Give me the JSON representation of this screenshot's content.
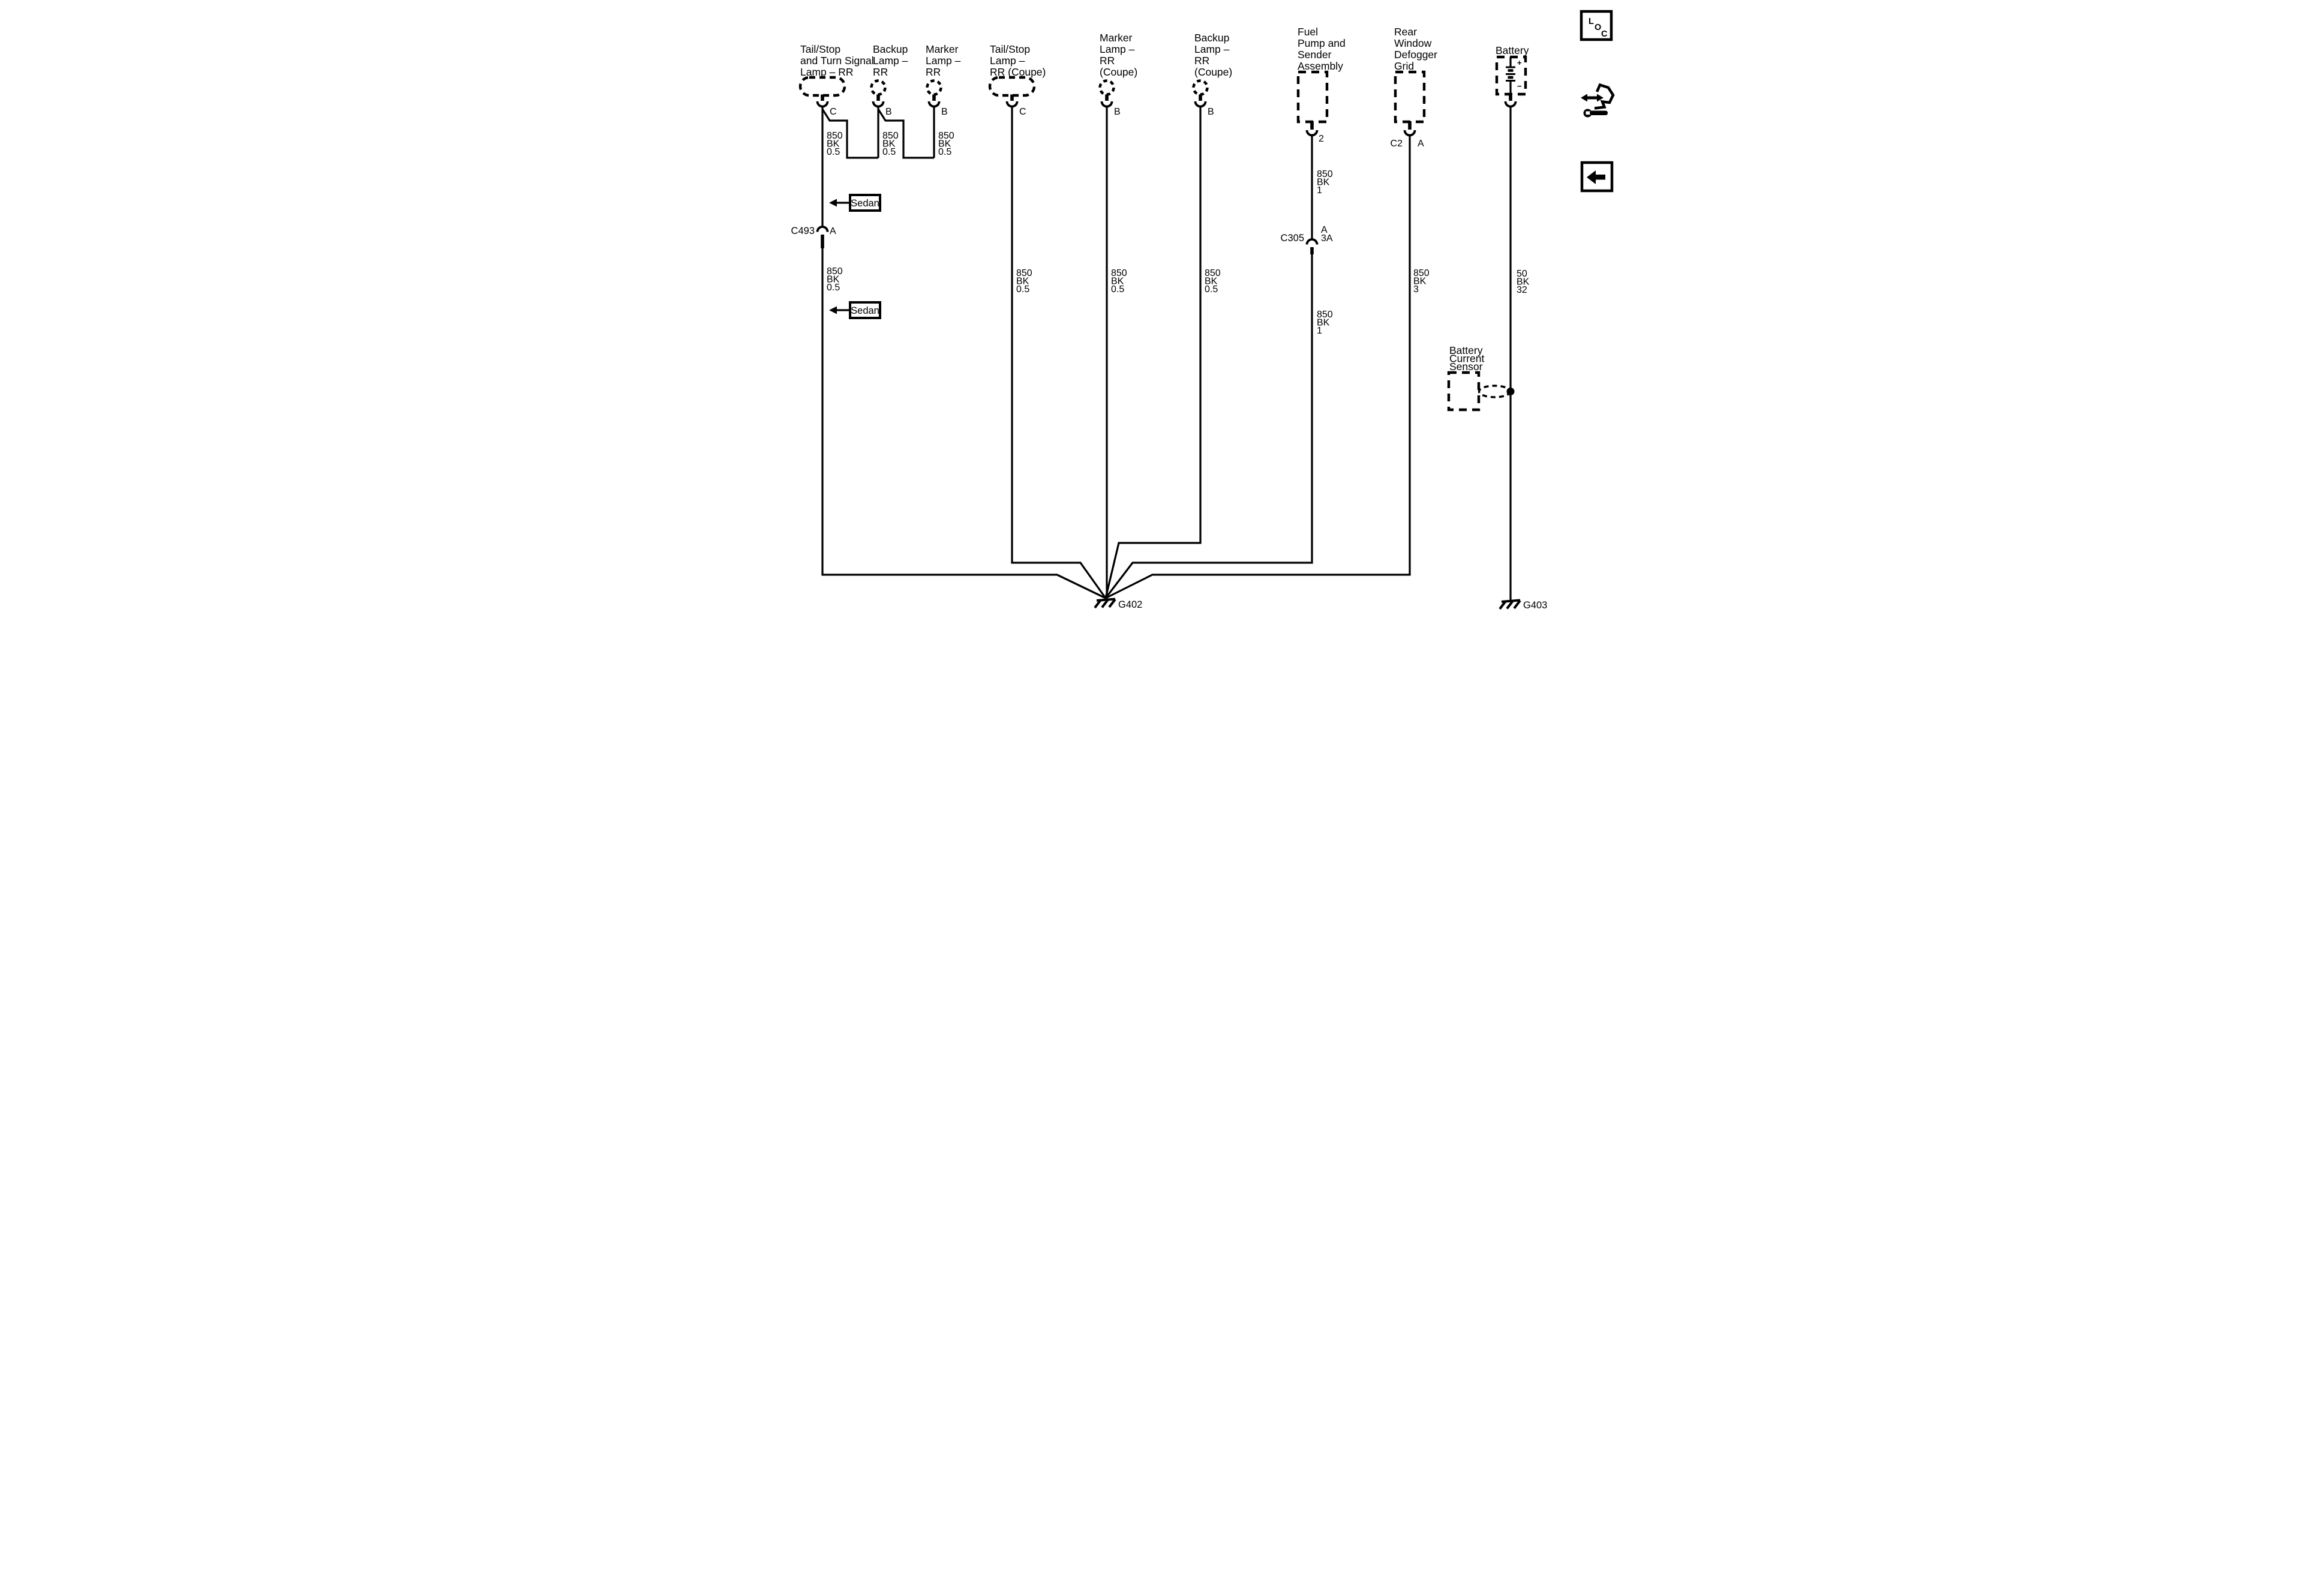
{
  "page": {
    "background": "#ffffff",
    "ink": "#000000"
  },
  "components": {
    "tail_stop_rr": {
      "lines": [
        "Tail/Stop",
        "and Turn Signal",
        "Lamp – RR"
      ],
      "pin": "C"
    },
    "backup_rr": {
      "lines": [
        "Backup",
        "Lamp –",
        "RR"
      ],
      "pin": "B"
    },
    "marker_rr": {
      "lines": [
        "Marker",
        "Lamp –",
        "RR"
      ],
      "pin": "B"
    },
    "tail_stop_coupe": {
      "lines": [
        "Tail/Stop",
        "Lamp –",
        "RR (Coupe)"
      ],
      "pin": "C"
    },
    "marker_coupe": {
      "lines": [
        "Marker",
        "Lamp –",
        "RR",
        "(Coupe)"
      ],
      "pin": "B"
    },
    "backup_coupe": {
      "lines": [
        "Backup",
        "Lamp –",
        "RR",
        "(Coupe)"
      ],
      "pin": "B"
    },
    "fuel_pump": {
      "lines": [
        "Fuel",
        "Pump and",
        "Sender",
        "Assembly"
      ],
      "pin": "2"
    },
    "defogger": {
      "lines": [
        "Rear",
        "Window",
        "Defogger",
        "Grid"
      ],
      "pin_left": "C2",
      "pin_right": "A"
    },
    "battery": {
      "label": "Battery",
      "plus": "+",
      "minus": "−"
    },
    "current_sensor": {
      "lines": [
        "Battery",
        "Current",
        "Sensor"
      ]
    }
  },
  "connectors": {
    "c493": {
      "name": "C493",
      "pin": "A"
    },
    "c305": {
      "name": "C305",
      "pin_top": "A",
      "pin_bottom": "3A"
    }
  },
  "callouts": {
    "sedan_upper": "Sedan",
    "sedan_lower": "Sedan"
  },
  "wires": {
    "tail_stop_rr": [
      "850",
      "BK",
      "0.5"
    ],
    "backup_rr": [
      "850",
      "BK",
      "0.5"
    ],
    "marker_rr": [
      "850",
      "BK",
      "0.5"
    ],
    "tail_stop_main": [
      "850",
      "BK",
      "0.5"
    ],
    "tail_stop_coupe": [
      "850",
      "BK",
      "0.5"
    ],
    "marker_coupe": [
      "850",
      "BK",
      "0.5"
    ],
    "backup_coupe": [
      "850",
      "BK",
      "0.5"
    ],
    "fuel_pump_upper": [
      "850",
      "BK",
      "1"
    ],
    "fuel_pump_lower": [
      "850",
      "BK",
      "1"
    ],
    "defogger": [
      "850",
      "BK",
      "3"
    ],
    "battery": [
      "50",
      "BK",
      "32"
    ]
  },
  "grounds": {
    "g402": "G402",
    "g403": "G403"
  },
  "toolbar": {
    "loc_letters": [
      "L",
      "O",
      "C"
    ]
  }
}
